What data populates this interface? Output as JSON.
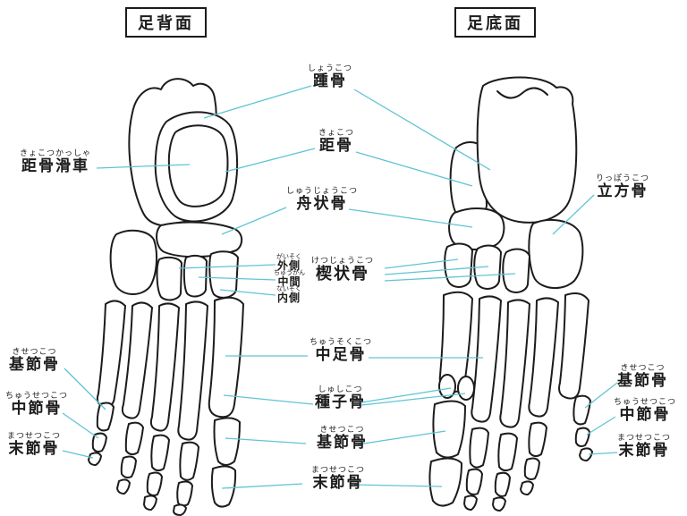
{
  "view_titles": {
    "dorsal": "足背面",
    "plantar": "足底面"
  },
  "labels": {
    "trochlea": {
      "furigana": "きょこつかっしゃ",
      "kanji": "距骨滑車"
    },
    "calcaneus": {
      "furigana": "しょうこつ",
      "kanji": "踵骨"
    },
    "talus": {
      "furigana": "きょこつ",
      "kanji": "距骨"
    },
    "navicular": {
      "furigana": "しゅうじょうこつ",
      "kanji": "舟状骨"
    },
    "cuneiform": {
      "furigana": "けつじょうこつ",
      "kanji": "楔状骨"
    },
    "cuneiform_lateral": {
      "furigana": "がいそく",
      "kanji": "外側"
    },
    "cuneiform_intermediate": {
      "furigana": "ちゅうかん",
      "kanji": "中間"
    },
    "cuneiform_medial": {
      "furigana": "ないそく",
      "kanji": "内側"
    },
    "cuboid": {
      "furigana": "りっぽうこつ",
      "kanji": "立方骨"
    },
    "metatarsal": {
      "furigana": "ちゅうそくこつ",
      "kanji": "中足骨"
    },
    "sesamoid": {
      "furigana": "しゅしこつ",
      "kanji": "種子骨"
    },
    "proximal_phalanx_left": {
      "furigana": "きせつこつ",
      "kanji": "基節骨"
    },
    "middle_phalanx_left": {
      "furigana": "ちゅうせつこつ",
      "kanji": "中節骨"
    },
    "distal_phalanx_left": {
      "furigana": "まつせつこつ",
      "kanji": "末節骨"
    },
    "proximal_phalanx_center": {
      "furigana": "きせつこつ",
      "kanji": "基節骨"
    },
    "distal_phalanx_center": {
      "furigana": "まつせつこつ",
      "kanji": "末節骨"
    },
    "proximal_phalanx_right": {
      "furigana": "きせつこつ",
      "kanji": "基節骨"
    },
    "middle_phalanx_right": {
      "furigana": "ちゅうせつこつ",
      "kanji": "中節骨"
    },
    "distal_phalanx_right": {
      "furigana": "まつせつこつ",
      "kanji": "末節骨"
    }
  },
  "colors": {
    "leader_line": "#5fc4d4",
    "bone_outline": "#1c1c1c",
    "background": "#ffffff"
  }
}
